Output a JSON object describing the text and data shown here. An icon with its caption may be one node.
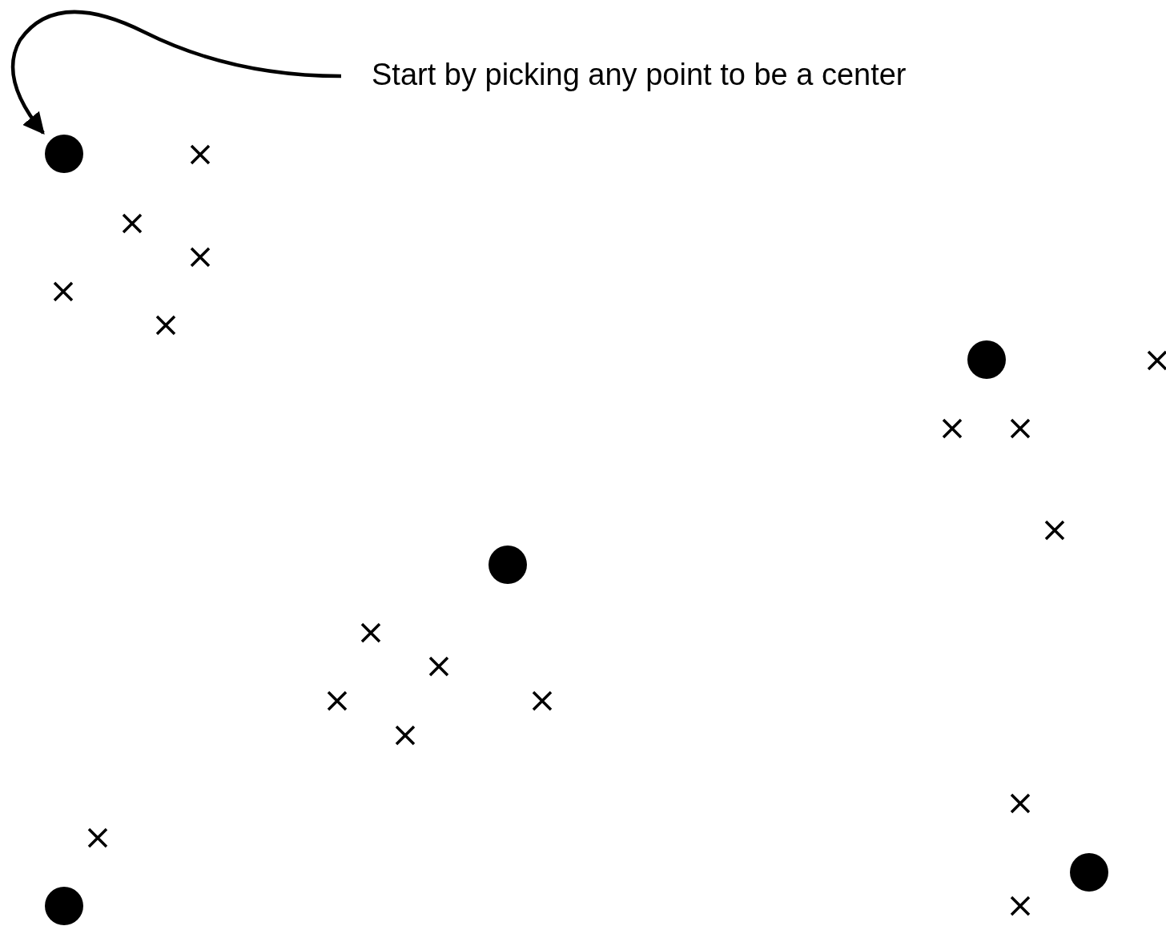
{
  "diagram": {
    "nodes": [
      {
        "text": [
          "Start by picking any point to be a center"
        ]
      },
      {
        "text": [],
        "shape": "circle"
      },
      {
        "text": [],
        "shape": "circle"
      },
      {
        "text": [],
        "shape": "circle"
      },
      {
        "text": [],
        "shape": "circle"
      },
      {
        "text": [],
        "shape": "circle"
      }
    ],
    "edges": [
      {
        "from": 0,
        "to": 1,
        "arrow": "to"
      }
    ]
  }
}
